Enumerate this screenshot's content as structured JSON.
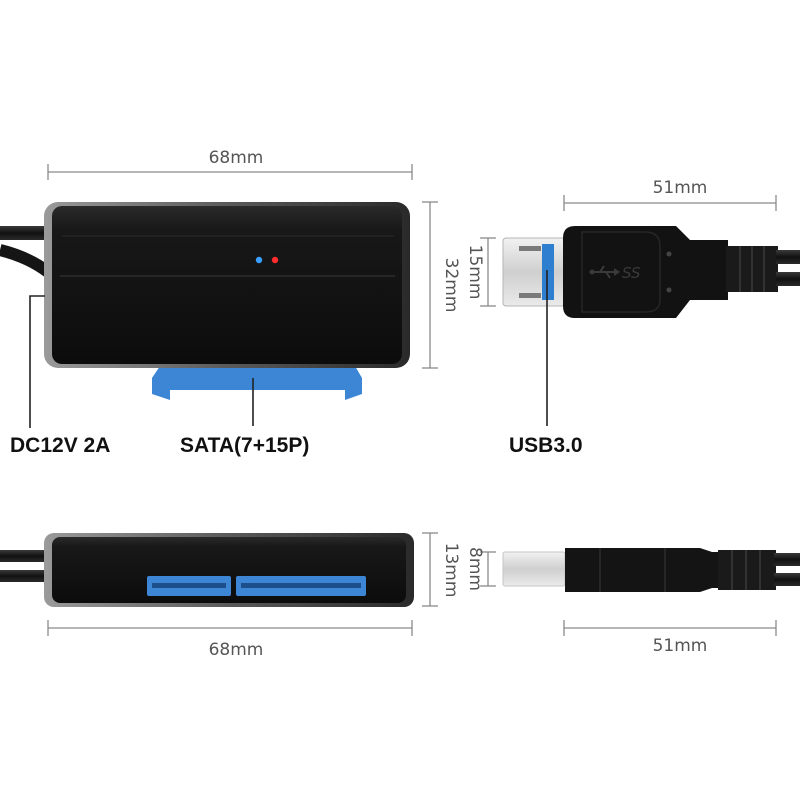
{
  "dimensions": {
    "top_adapter_width": "68mm",
    "top_adapter_height": "32mm",
    "usb_plug_height": "15mm",
    "top_usb_length": "51mm",
    "bottom_adapter_thickness": "13mm",
    "bottom_usb_thickness": "8mm",
    "bottom_adapter_width": "68mm",
    "bottom_usb_length": "51mm"
  },
  "callouts": {
    "power": "DC12V 2A",
    "sata": "SATA(7+15P)",
    "usb": "USB3.0"
  },
  "logo": {
    "usb_ss_mark": "SS"
  },
  "colors": {
    "adapter_body": "#141414",
    "sata_connector": "#3d86d6",
    "usb_metal": "#d9d9d9",
    "usb_insert": "#2f7fd1",
    "led_blue": "#3aa0ff",
    "led_red": "#ff2d2d"
  }
}
